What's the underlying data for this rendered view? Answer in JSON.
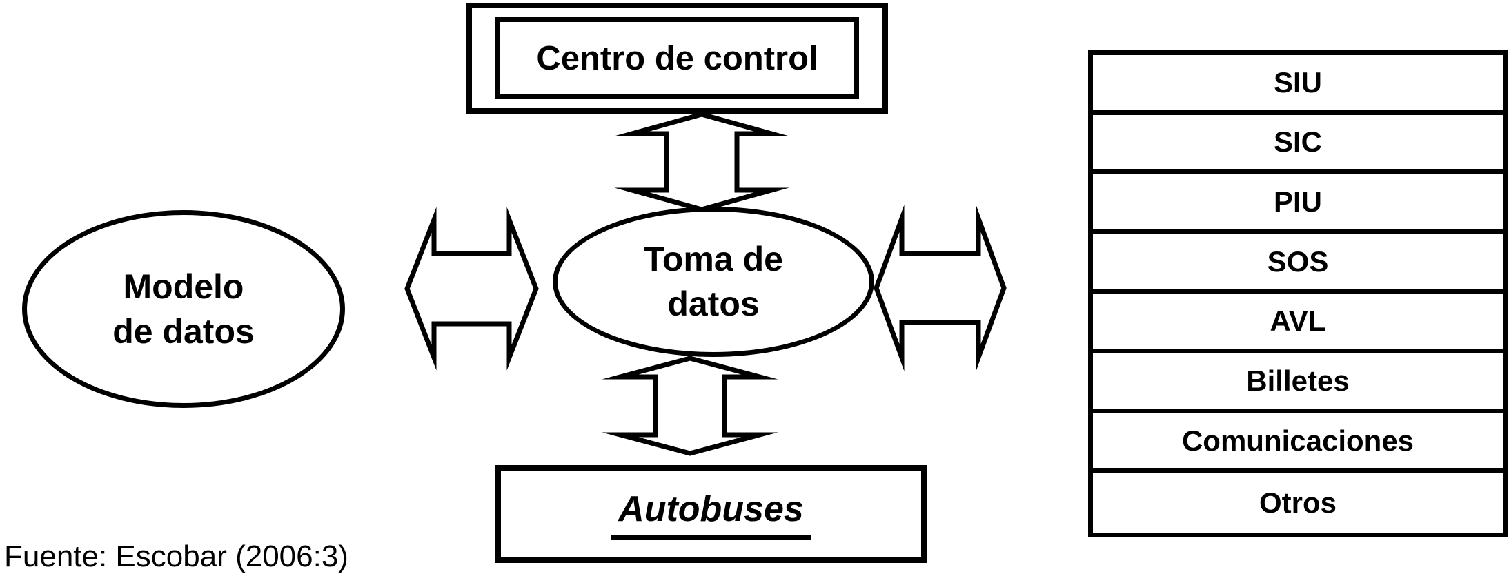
{
  "nodes": {
    "control_center": "Centro de control",
    "data_collection_line1": "Toma de",
    "data_collection_line2": "datos",
    "data_model_line1": "Modelo",
    "data_model_line2": "de datos",
    "buses": "Autobuses"
  },
  "table": {
    "rows": [
      "SIU",
      "SIC",
      "PIU",
      "SOS",
      "AVL",
      "Billetes",
      "Comunicaciones",
      "Otros"
    ]
  },
  "caption": "Fuente: Escobar (2006:3)",
  "colors": {
    "stroke": "#000000",
    "background": "#ffffff"
  }
}
